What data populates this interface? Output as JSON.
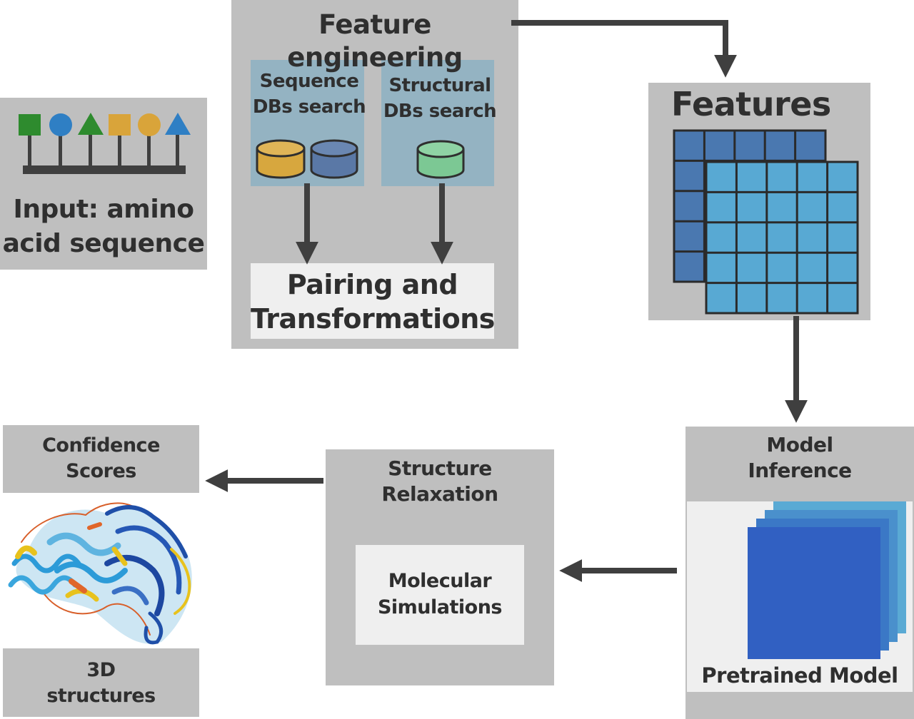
{
  "input": {
    "line1": "Input: amino",
    "line2": "acid sequence"
  },
  "feature_engineering": {
    "title": "Feature engineering",
    "seq_db": {
      "line1": "Sequence",
      "line2": "DBs search"
    },
    "struct_db": {
      "line1": "Structural",
      "line2": "DBs search"
    },
    "pairing": {
      "line1": "Pairing and",
      "line2": "Transformations"
    }
  },
  "features": {
    "title": "Features"
  },
  "model": {
    "title_line1": "Model",
    "title_line2": "Inference",
    "pretrained": "Pretrained Model"
  },
  "relaxation": {
    "title_line1": "Structure",
    "title_line2": "Relaxation",
    "sim_line1": "Molecular",
    "sim_line2": "Simulations"
  },
  "output": {
    "confidence_line1": "Confidence",
    "confidence_line2": "Scores",
    "structures_line1": "3D",
    "structures_line2": "structures"
  },
  "colors": {
    "panel_gray": "#bfbfbf",
    "db_panel_blue": "#94b3c2",
    "arrow": "#3f3f3f",
    "cyl_yellow": "#d7a73e",
    "cyl_slate": "#5a78a6",
    "cyl_green": "#7cc894",
    "feat_dark": "#4a78b0",
    "feat_light": "#58a9d3",
    "model_front": "#3160c2"
  }
}
